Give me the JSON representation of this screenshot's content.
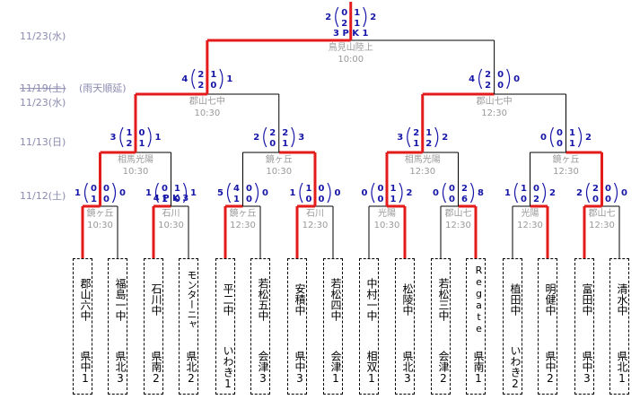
{
  "dates": {
    "final": "11/23(水)",
    "semi_old": "11/19(土)",
    "semi_note": "(雨天順延)",
    "semi": "11/23(水)",
    "quarter": "11/13(日)",
    "first": "11/12(土)"
  },
  "final": {
    "left_total": "2",
    "right_total": "2",
    "halves": [
      [
        "0",
        "1"
      ],
      [
        "2",
        "1"
      ]
    ],
    "pk": "3 P K 1",
    "venue": "鳥見山陸上",
    "time": "10:00"
  },
  "semis": [
    {
      "left_total": "4",
      "right_total": "1",
      "halves": [
        [
          "2",
          "1"
        ],
        [
          "2",
          "0"
        ]
      ],
      "venue": "郡山七中",
      "time": "10:30"
    },
    {
      "left_total": "4",
      "right_total": "0",
      "halves": [
        [
          "2",
          "0"
        ],
        [
          "2",
          "0"
        ]
      ],
      "venue": "郡山七中",
      "time": "12:30"
    }
  ],
  "quarters": [
    {
      "left_total": "3",
      "right_total": "1",
      "halves": [
        [
          "1",
          "0"
        ],
        [
          "2",
          "1"
        ]
      ],
      "venue": "相馬光陽",
      "time": "10:30"
    },
    {
      "left_total": "2",
      "right_total": "3",
      "halves": [
        [
          "2",
          "2"
        ],
        [
          "0",
          "1"
        ]
      ],
      "venue": "鏡ヶ丘",
      "time": "10:30"
    },
    {
      "left_total": "3",
      "right_total": "2",
      "halves": [
        [
          "2",
          "1"
        ],
        [
          "1",
          "2"
        ]
      ],
      "venue": "相馬光陽",
      "time": "12:30"
    },
    {
      "left_total": "0",
      "right_total": "2",
      "halves": [
        [
          "0",
          "1"
        ],
        [
          "0",
          "1"
        ]
      ],
      "venue": "鏡ヶ丘",
      "time": "12:30"
    }
  ],
  "first_round": [
    {
      "left_total": "1",
      "right_total": "0",
      "halves": [
        [
          "0",
          "0"
        ],
        [
          "1",
          "0"
        ]
      ],
      "pk": "",
      "venue": "鏡ヶ丘",
      "time": "10:30"
    },
    {
      "left_total": "1",
      "right_total": "1",
      "halves": [
        [
          "0",
          "1"
        ],
        [
          "1",
          "0"
        ]
      ],
      "pk": "4 P K 3",
      "venue": "石川",
      "time": "10:30"
    },
    {
      "left_total": "5",
      "right_total": "0",
      "halves": [
        [
          "4",
          "0"
        ],
        [
          "1",
          "0"
        ]
      ],
      "pk": "",
      "venue": "鏡ヶ丘",
      "time": "12:30"
    },
    {
      "left_total": "1",
      "right_total": "0",
      "halves": [
        [
          "1",
          "0"
        ],
        [
          "0",
          "0"
        ]
      ],
      "pk": "",
      "venue": "石川",
      "time": "12:30"
    },
    {
      "left_total": "0",
      "right_total": "2",
      "halves": [
        [
          "0",
          "1"
        ],
        [
          "0",
          "1"
        ]
      ],
      "pk": "",
      "venue": "光陽",
      "time": "10:30"
    },
    {
      "left_total": "0",
      "right_total": "8",
      "halves": [
        [
          "0",
          "2"
        ],
        [
          "0",
          "6"
        ]
      ],
      "pk": "",
      "venue": "郡山七",
      "time": "12:30"
    },
    {
      "left_total": "1",
      "right_total": "2",
      "halves": [
        [
          "1",
          "0"
        ],
        [
          "0",
          "2"
        ]
      ],
      "pk": "",
      "venue": "光陽",
      "time": "12:30"
    },
    {
      "left_total": "2",
      "right_total": "0",
      "halves": [
        [
          "2",
          "0"
        ],
        [
          "0",
          "0"
        ]
      ],
      "pk": "",
      "venue": "郡山七",
      "time": "12:30"
    }
  ],
  "teams": [
    {
      "name": "郡山六中",
      "region": "県中1"
    },
    {
      "name": "福島一中",
      "region": "県北3"
    },
    {
      "name": "石川中",
      "region": "県南2"
    },
    {
      "name": "モンターニャ",
      "region": "県北2"
    },
    {
      "name": "平二中",
      "region": "いわき1"
    },
    {
      "name": "若松五中",
      "region": "会津3"
    },
    {
      "name": "安積中",
      "region": "県中3"
    },
    {
      "name": "若松四中",
      "region": "会津1"
    },
    {
      "name": "中村一中",
      "region": "相双1"
    },
    {
      "name": "松陵中",
      "region": "県北3"
    },
    {
      "name": "若松三中",
      "region": "会津2"
    },
    {
      "name": "Regate",
      "region": "県南1"
    },
    {
      "name": "植田中",
      "region": "いわき2"
    },
    {
      "name": "明健中",
      "region": "県中2"
    },
    {
      "name": "富田中",
      "region": "県中3"
    },
    {
      "name": "清水中",
      "region": "県北1"
    }
  ],
  "colors": {
    "win_line": "#e31b1b",
    "lose_line": "#000000",
    "score": "#1515a8",
    "info": "#999999",
    "date": "#8a8ab0"
  }
}
